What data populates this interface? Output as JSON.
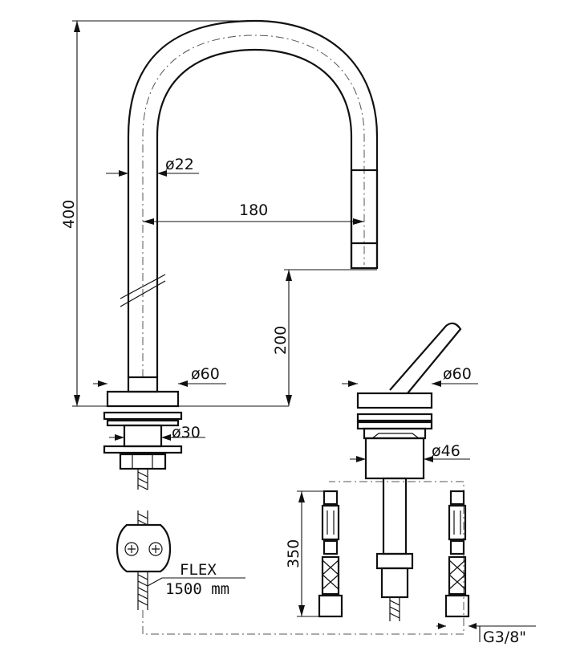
{
  "dimensions": {
    "height_total": "400",
    "spout_diameter": "ø22",
    "spout_reach": "180",
    "spout_clearance": "200",
    "base_diameter_faucet": "ø60",
    "shank_diameter": "ø30",
    "base_diameter_handle": "ø60",
    "handle_body_diameter": "ø46",
    "hose_length": "350",
    "thread": "G3/8\""
  },
  "notes": {
    "flex_label": "FLEX",
    "flex_length": "1500 mm"
  }
}
